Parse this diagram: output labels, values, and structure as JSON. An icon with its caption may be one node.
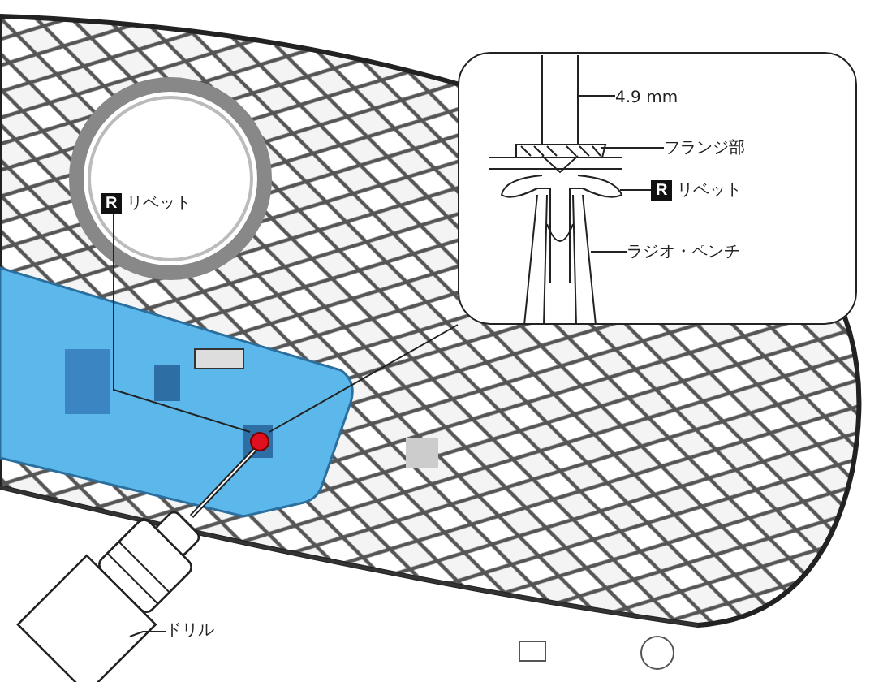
{
  "diagram": {
    "nodes": [
      {
        "text": [
          "R",
          "リベット"
        ]
      },
      {
        "text": [],
        "shape": "circle"
      },
      {
        "text": [
          "ドリル"
        ]
      },
      {
        "text": [],
        "shape": "box"
      },
      {
        "text": [
          "4.9 mm"
        ],
        "in": 3
      },
      {
        "text": [
          "フランジ部"
        ],
        "in": 3
      },
      {
        "text": [
          "R",
          "リベット"
        ],
        "in": 3
      },
      {
        "text": [
          "ラジオ・ペンチ"
        ],
        "in": 3
      }
    ],
    "edges": [
      {
        "from": 0,
        "to": 1,
        "arrow": "none"
      },
      {
        "from": 2,
        "to": null,
        "arrow": "none"
      },
      {
        "from": 3,
        "to": 1,
        "arrow": "none"
      },
      {
        "from": 4,
        "to": null,
        "arrow": "none"
      },
      {
        "from": 5,
        "to": null,
        "arrow": "none"
      },
      {
        "from": 6,
        "to": null,
        "arrow": "none"
      },
      {
        "from": 7,
        "to": null,
        "arrow": "none"
      }
    ]
  }
}
